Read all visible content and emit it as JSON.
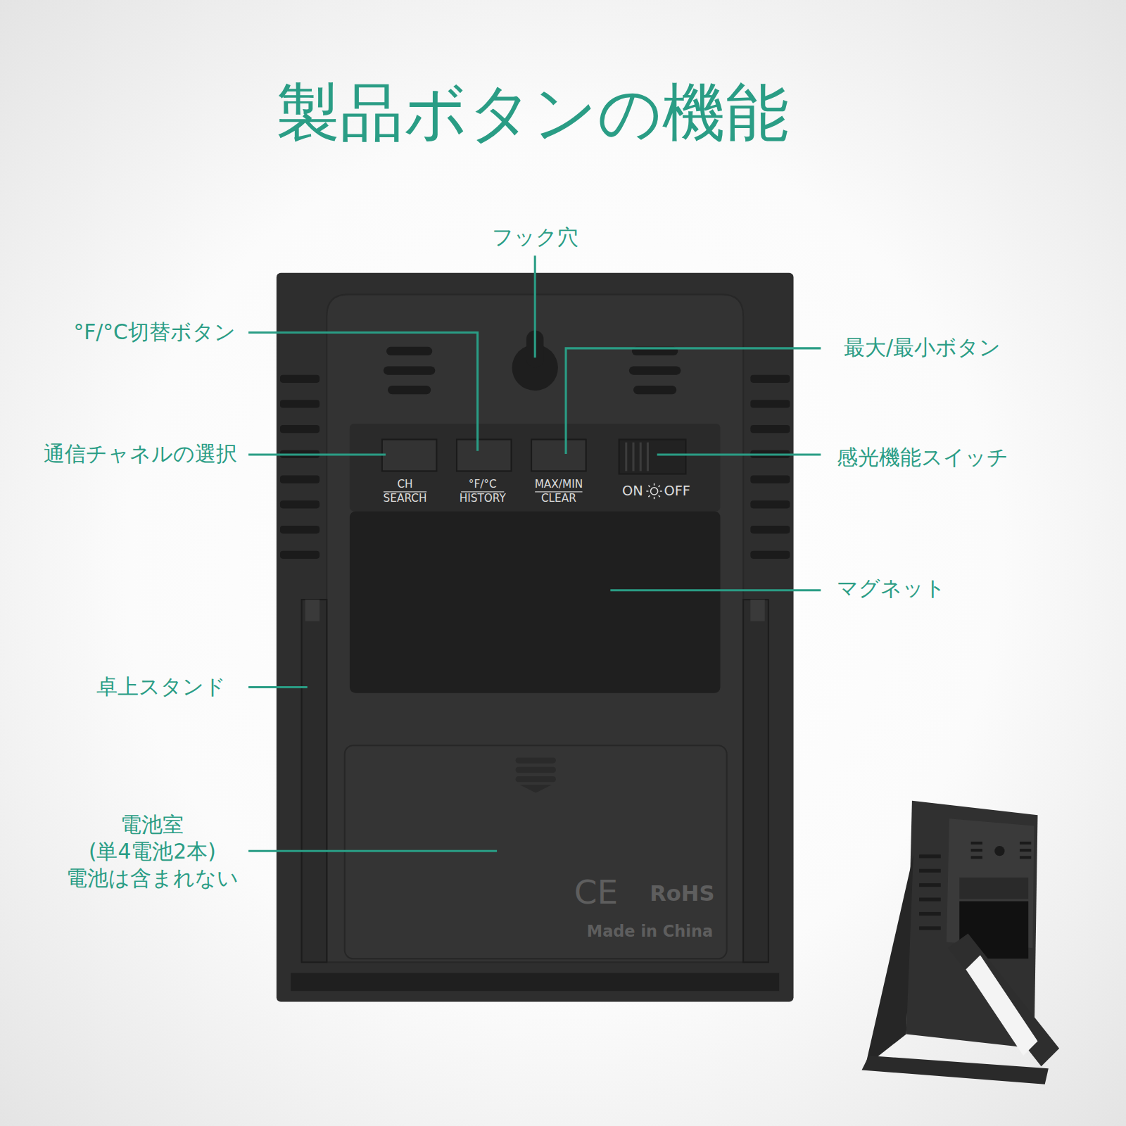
{
  "diagram": {
    "title": "製品ボタンの機能",
    "labels": [
      "フック穴",
      "°F/°C切替ボタン",
      "最大/最小ボタン",
      "通信チャネルの選択",
      "感光機能スイッチ",
      "CH",
      "SEARCH",
      "°F/°C",
      "HISTORY",
      "MAX/MIN",
      "CLEAR",
      "ON",
      "OFF",
      "マグネット",
      "卓上スタンド",
      "電池室 (単4電池2本) 電池は含まれない",
      "CE",
      "RoHS",
      "Made in China"
    ]
  }
}
